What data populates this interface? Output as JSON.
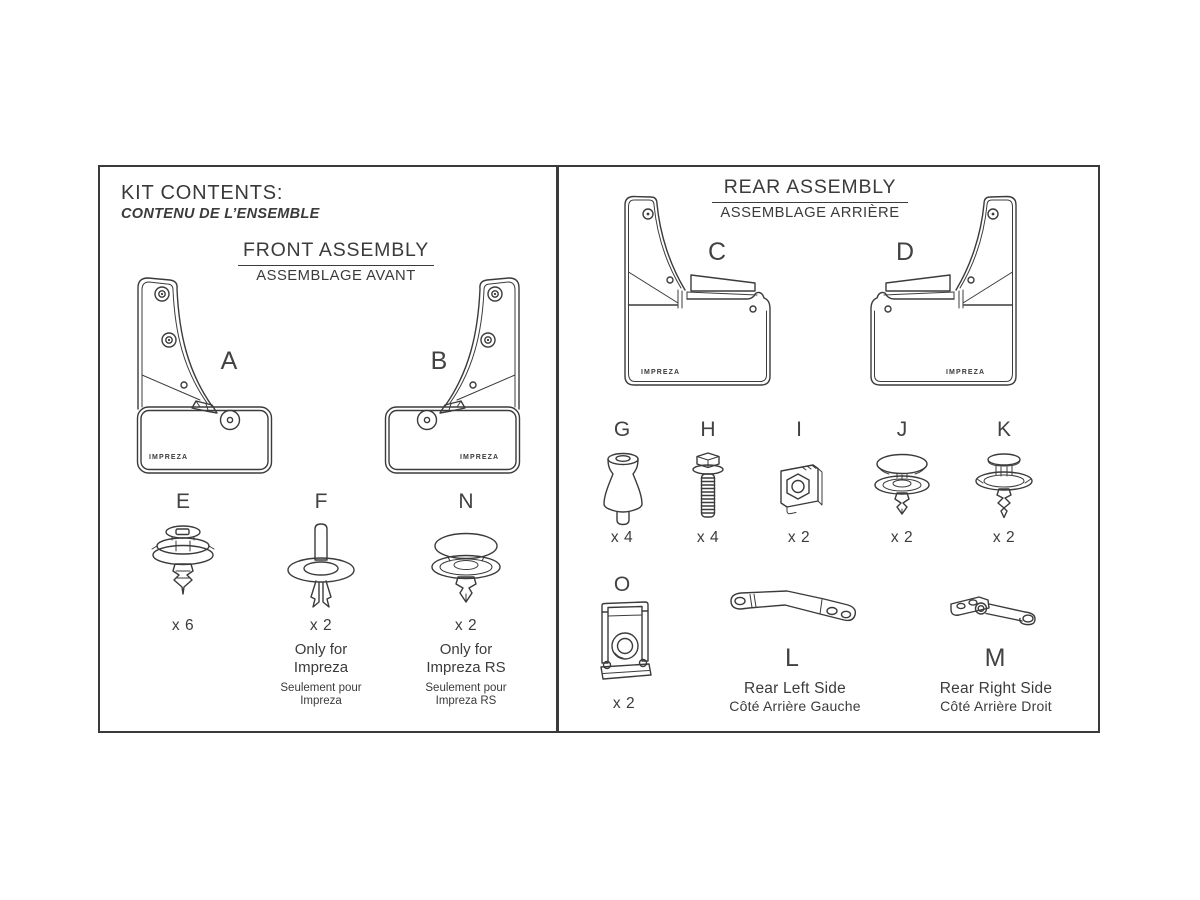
{
  "kit": {
    "title_en": "KIT CONTENTS:",
    "title_fr": "CONTENU DE L’ENSEMBLE"
  },
  "front": {
    "heading_en": "FRONT ASSEMBLY",
    "heading_fr": "ASSEMBLAGE AVANT",
    "flap_a": {
      "letter": "A",
      "brand": "IMPREZA"
    },
    "flap_b": {
      "letter": "B",
      "brand": "IMPREZA"
    },
    "part_e": {
      "letter": "E",
      "qty": "x 6",
      "icon": "push-clip-icon"
    },
    "part_f": {
      "letter": "F",
      "qty": "x 2",
      "icon": "pin-rivet-icon",
      "note_en_1": "Only for",
      "note_en_2": "Impreza",
      "note_fr_1": "Seulement pour",
      "note_fr_2": "Impreza"
    },
    "part_n": {
      "letter": "N",
      "qty": "x 2",
      "icon": "dome-clip-icon",
      "note_en_1": "Only for",
      "note_en_2": "Impreza RS",
      "note_fr_1": "Seulement pour",
      "note_fr_2": "Impreza RS"
    }
  },
  "rear": {
    "heading_en": "REAR ASSEMBLY",
    "heading_fr": "ASSEMBLAGE ARRIÈRE",
    "flap_c": {
      "letter": "C",
      "brand": "IMPREZA"
    },
    "flap_d": {
      "letter": "D",
      "brand": "IMPREZA"
    },
    "part_g": {
      "letter": "G",
      "qty": "x 4",
      "icon": "rubber-spacer-icon"
    },
    "part_h": {
      "letter": "H",
      "qty": "x 4",
      "icon": "hex-bolt-icon"
    },
    "part_i": {
      "letter": "I",
      "qty": "x 2",
      "icon": "u-nut-icon"
    },
    "part_j": {
      "letter": "J",
      "qty": "x 2",
      "icon": "mushroom-clip-icon"
    },
    "part_k": {
      "letter": "K",
      "qty": "x 2",
      "icon": "flange-clip-icon"
    },
    "part_o": {
      "letter": "O",
      "qty": "x 2",
      "icon": "clip-nut-icon"
    },
    "bracket_l": {
      "letter": "L",
      "side_en": "Rear Left Side",
      "side_fr": "Côté Arrière Gauche",
      "icon": "left-bracket-icon"
    },
    "bracket_m": {
      "letter": "M",
      "side_en": "Rear Right Side",
      "side_fr": "Côté Arrière Droit",
      "icon": "right-bracket-icon"
    }
  },
  "colors": {
    "line": "#3b3b3b",
    "border": "#3a3a3a",
    "background": "#ffffff"
  }
}
